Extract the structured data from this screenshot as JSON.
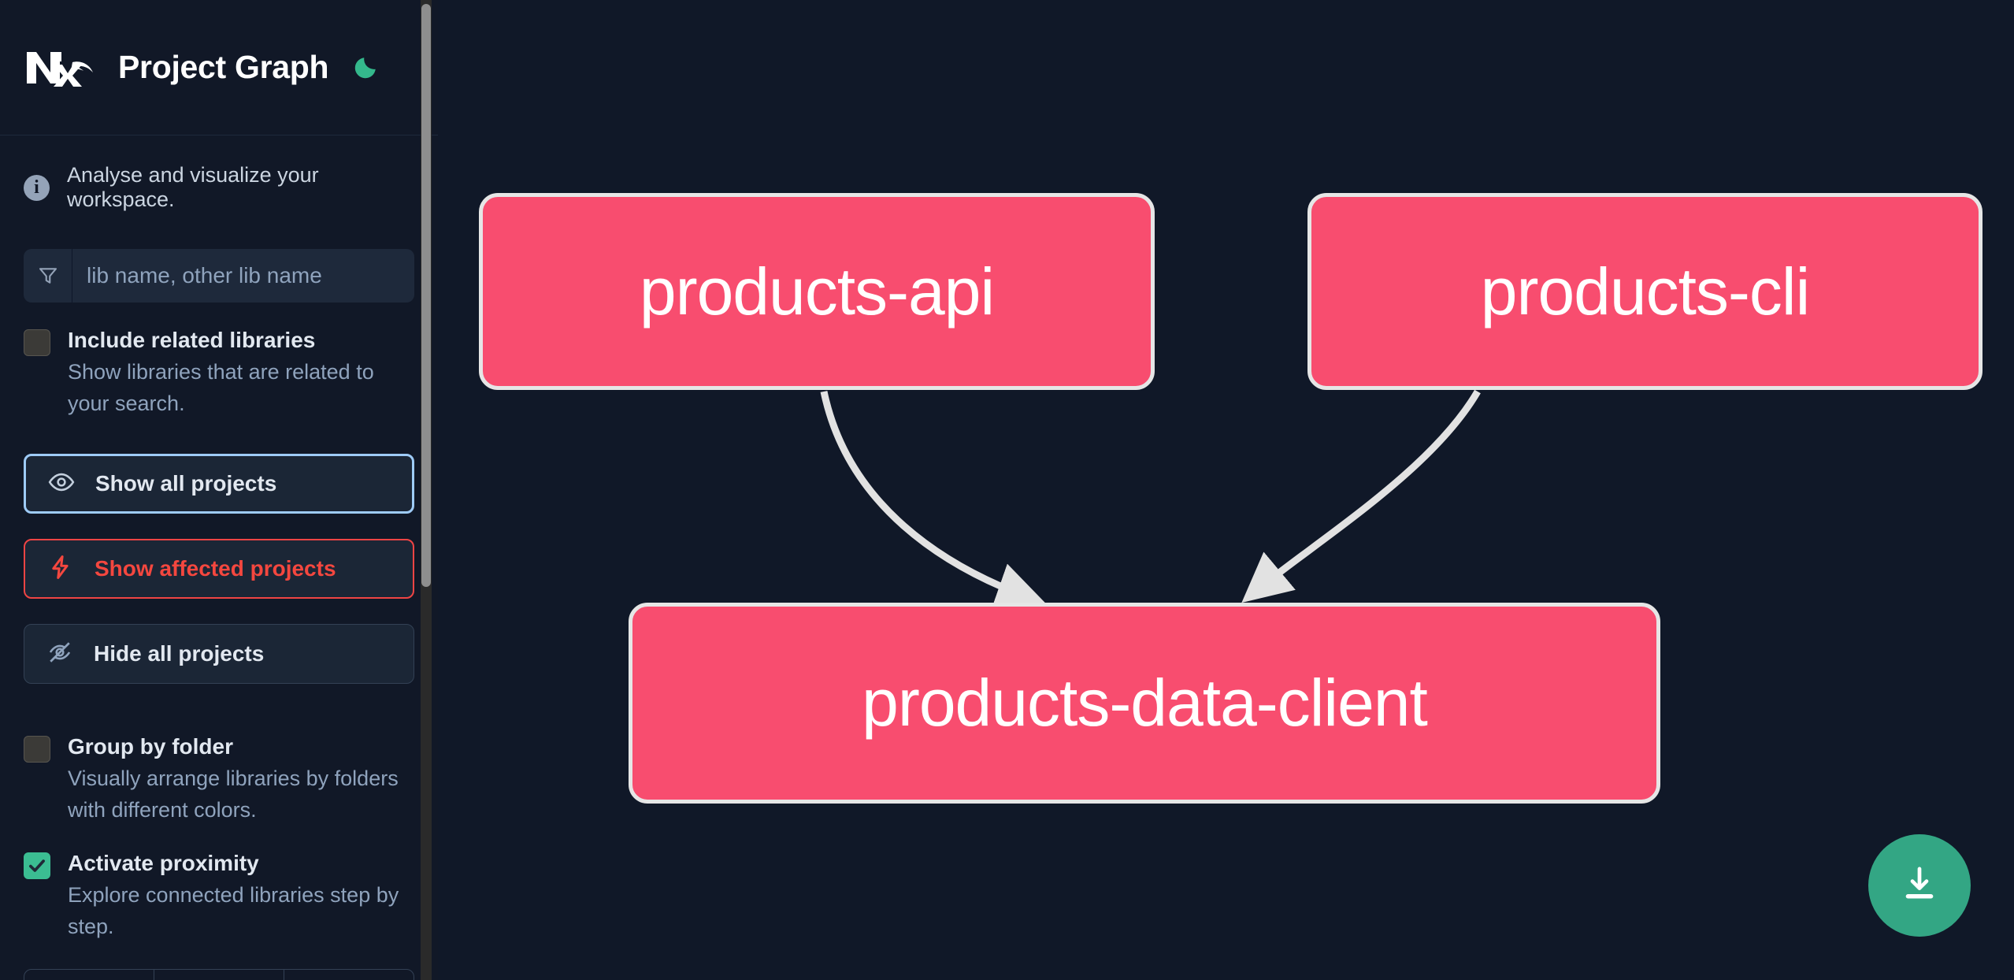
{
  "header": {
    "logo_icon": "nx-logo-icon",
    "title": "Project Graph",
    "theme_toggle_icon": "moon-icon",
    "theme_accent": "#3bbd92"
  },
  "sidebar": {
    "info": {
      "icon": "info-icon",
      "text": "Analyse and visualize your workspace."
    },
    "search": {
      "icon": "filter-icon",
      "placeholder": "lib name, other lib name",
      "value": ""
    },
    "checkboxes": [
      {
        "id": "include-related-libraries",
        "label": "Include related libraries",
        "description": "Show libraries that are related to your search.",
        "checked": false
      },
      {
        "id": "group-by-folder",
        "label": "Group by folder",
        "description": "Visually arrange libraries by folders with different colors.",
        "checked": false
      },
      {
        "id": "activate-proximity",
        "label": "Activate proximity",
        "description": "Explore connected libraries step by step.",
        "checked": true
      }
    ],
    "buttons": [
      {
        "id": "show-all-projects",
        "label": "Show all projects",
        "icon": "eye-icon",
        "accent": "#9ecbf7",
        "active": true
      },
      {
        "id": "show-affected-projects",
        "label": "Show affected projects",
        "icon": "lightning-icon",
        "accent": "#f4473f",
        "active": false
      },
      {
        "id": "hide-all-projects",
        "label": "Hide all projects",
        "icon": "eye-off-icon",
        "accent": "#334155",
        "active": false
      }
    ],
    "scrollbar": {
      "name": "sidebar-scrollbar"
    }
  },
  "graph": {
    "background": "#101828",
    "node_fill": "#f84d6f",
    "node_border": "#e6e6e6",
    "edge_color": "#e2e2e2",
    "nodes": [
      {
        "id": "products-api",
        "label": "products-api"
      },
      {
        "id": "products-cli",
        "label": "products-cli"
      },
      {
        "id": "products-data-client",
        "label": "products-data-client"
      }
    ],
    "edges": [
      {
        "from": "products-api",
        "to": "products-data-client"
      },
      {
        "from": "products-cli",
        "to": "products-data-client"
      }
    ],
    "download_button": {
      "icon": "download-icon",
      "color": "#33a684"
    }
  }
}
